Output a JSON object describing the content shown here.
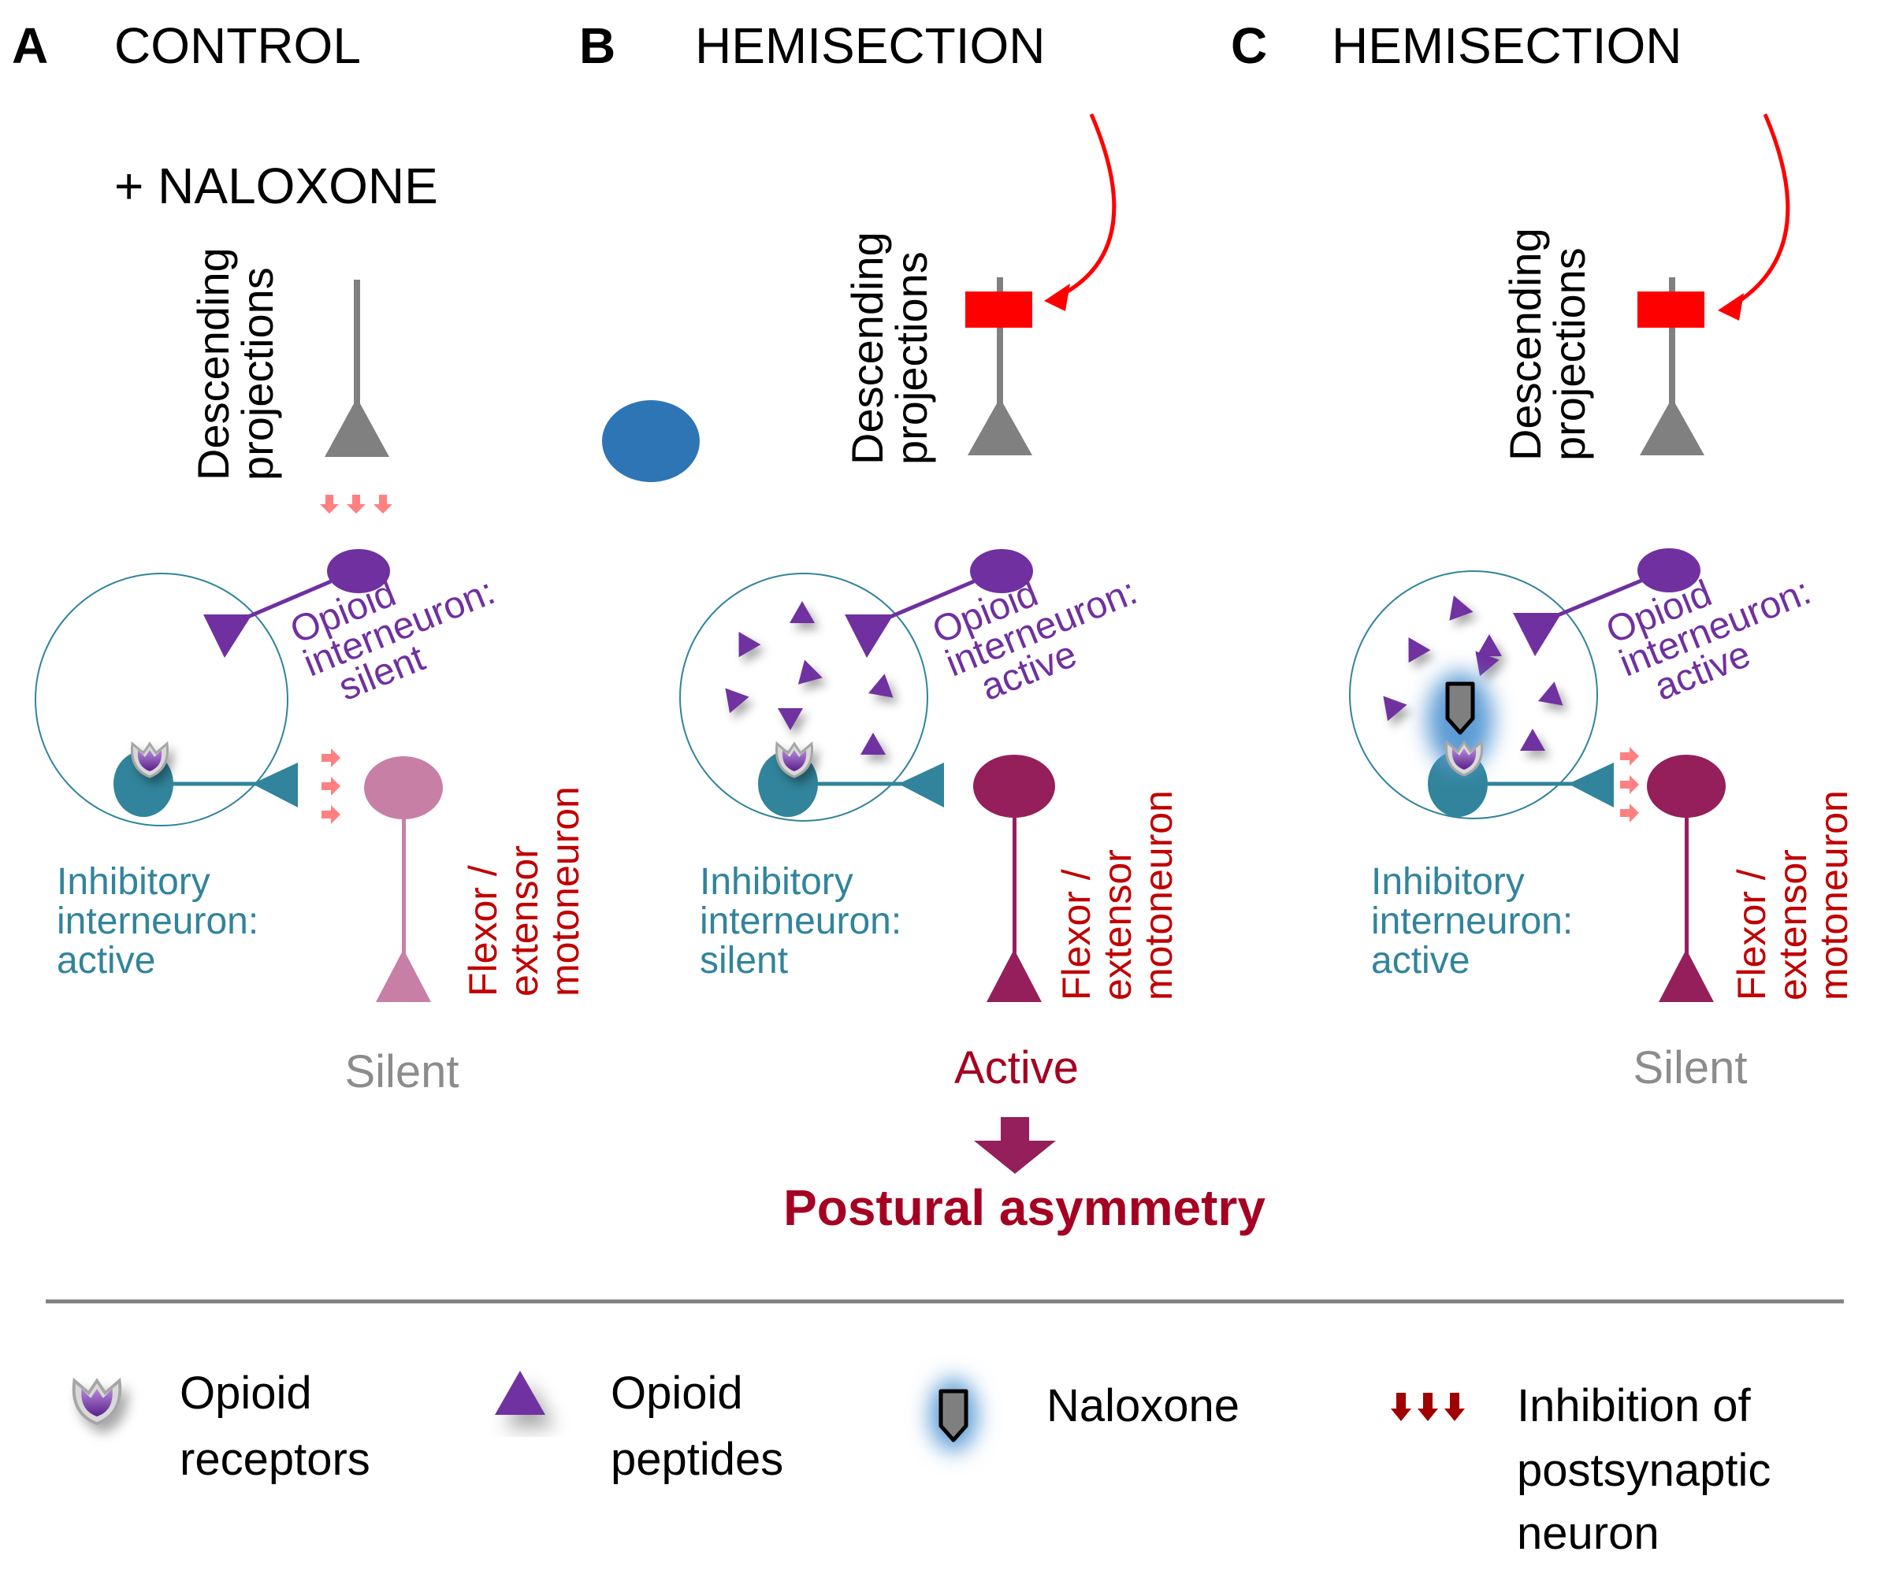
{
  "panels": [
    {
      "letter": "A",
      "title": "CONTROL",
      "descending_label": [
        "Descending",
        "projections"
      ],
      "opioid_label": [
        "Opioid",
        "interneuron:",
        "silent"
      ],
      "inhibitory_label": [
        "Inhibitory",
        "interneuron:",
        "active"
      ],
      "motoneuron_label": [
        "Flexor /",
        "extensor",
        "motoneuron"
      ],
      "outcome": "Silent"
    },
    {
      "letter": "B",
      "title": "HEMISECTION",
      "descending_label": [
        "Descending",
        "projections"
      ],
      "opioid_label": [
        "Opioid",
        "interneuron:",
        "active"
      ],
      "inhibitory_label": [
        "Inhibitory",
        "interneuron:",
        "silent"
      ],
      "motoneuron_label": [
        "Flexor /",
        "extensor",
        "motoneuron"
      ],
      "outcome": "Active",
      "consequence": "Postural asymmetry"
    },
    {
      "letter": "C",
      "title": "HEMISECTION",
      "subtitle": "+ NALOXONE",
      "descending_label": [
        "Descending",
        "projections"
      ],
      "opioid_label": [
        "Opioid",
        "interneuron:",
        "active"
      ],
      "inhibitory_label": [
        "Inhibitory",
        "interneuron:",
        "active"
      ],
      "motoneuron_label": [
        "Flexor /",
        "extensor",
        "motoneuron"
      ],
      "outcome": "Silent"
    }
  ],
  "legend": [
    {
      "icon": "opioid-receptor-icon",
      "label": [
        "Opioid",
        "receptors"
      ]
    },
    {
      "icon": "opioid-peptide-icon",
      "label": [
        "Opioid",
        "peptides"
      ]
    },
    {
      "icon": "naloxone-icon",
      "label": [
        "Naloxone"
      ]
    },
    {
      "icon": "inhibition-arrows-icon",
      "label": [
        "Inhibition of",
        "postsynaptic",
        "neuron"
      ]
    }
  ],
  "colors": {
    "opioid": "#7030a0",
    "inhibitory": "#31849b",
    "motor_active": "#951f5a",
    "motor_silent": "#c87fa6",
    "label_red": "#c00000",
    "consequence": "#a50021",
    "lesion": "#ff0000",
    "descending": "#808080",
    "inhibition_arrow_light": "#ff8080",
    "inhibition_arrow_dark": "#a00000",
    "outcome_silent": "#8c8c8c",
    "blob": "#2e75b6"
  }
}
